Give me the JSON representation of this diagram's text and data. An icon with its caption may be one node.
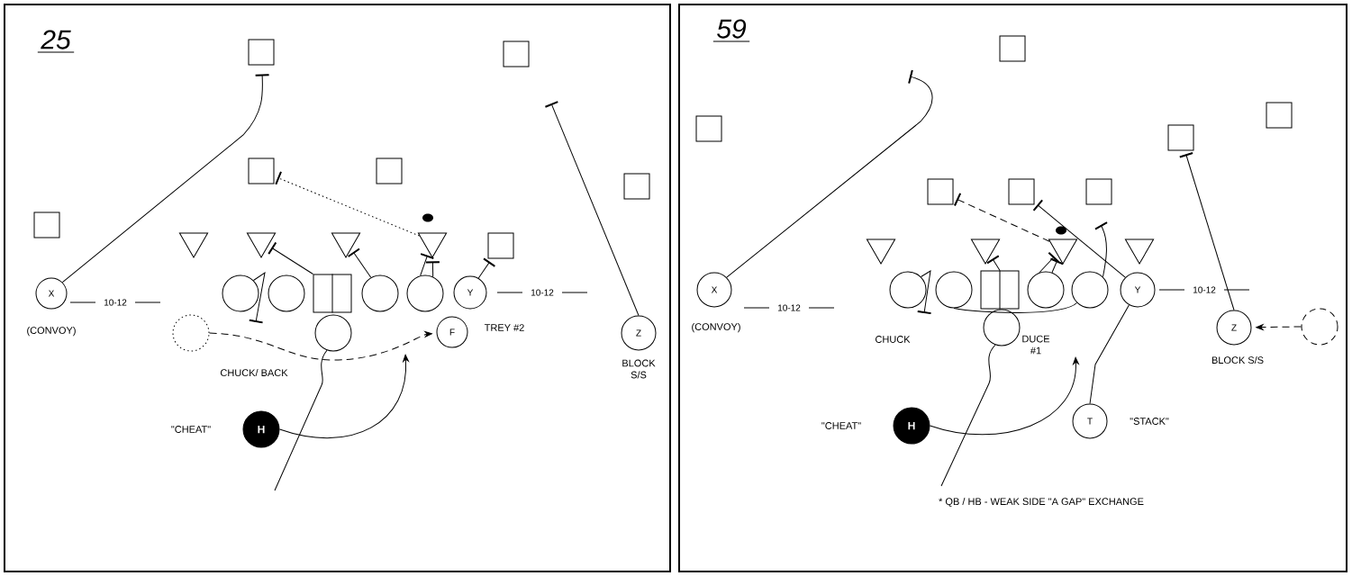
{
  "diagram": {
    "nodes": [
      {
        "text": [
          "25"
        ]
      },
      {
        "text": [],
        "shape": "box",
        "in": 0
      },
      {
        "text": [],
        "shape": "box",
        "in": 0
      },
      {
        "text": [],
        "shape": "box",
        "in": 0
      },
      {
        "text": [],
        "shape": "box",
        "in": 0
      },
      {
        "text": [],
        "shape": "box",
        "in": 0
      },
      {
        "text": [],
        "shape": "box",
        "in": 0
      },
      {
        "text": [],
        "shape": "box",
        "in": 0
      },
      {
        "text": [],
        "shape": "triangle",
        "in": 0
      },
      {
        "text": [],
        "shape": "triangle",
        "in": 0
      },
      {
        "text": [],
        "shape": "triangle",
        "in": 0
      },
      {
        "text": [],
        "shape": "triangle",
        "in": 0
      },
      {
        "text": [
          "X"
        ],
        "beside": [
          "(CONVOY)"
        ],
        "in": 0
      },
      {
        "text": [],
        "shape": "circle",
        "in": 0
      },
      {
        "text": [],
        "shape": "circle",
        "in": 0
      },
      {
        "text": [],
        "shape": "box",
        "in": 0
      },
      {
        "text": [],
        "shape": "circle",
        "in": 0
      },
      {
        "text": [],
        "shape": "circle",
        "in": 0
      },
      {
        "text": [
          "Y"
        ],
        "in": 0
      },
      {
        "text": [],
        "shape": "circle",
        "in": 0
      },
      {
        "text": [],
        "shape": "circle",
        "in": 0
      },
      {
        "text": [
          "F"
        ],
        "beside": [
          "TREY #2"
        ],
        "in": 0
      },
      {
        "text": [
          "Z"
        ],
        "beside": [
          "BLOCK S/S"
        ],
        "in": 0
      },
      {
        "text": [
          "H"
        ],
        "beside": [
          "\"CHEAT\""
        ],
        "in": 0
      },
      {
        "text": [
          "59"
        ]
      },
      {
        "text": [],
        "shape": "box",
        "in": 24
      },
      {
        "text": [],
        "shape": "box",
        "in": 24
      },
      {
        "text": [],
        "shape": "box",
        "in": 24
      },
      {
        "text": [],
        "shape": "box",
        "in": 24
      },
      {
        "text": [],
        "shape": "box",
        "in": 24
      },
      {
        "text": [],
        "shape": "box",
        "in": 24
      },
      {
        "text": [],
        "shape": "box",
        "in": 24
      },
      {
        "text": [],
        "shape": "triangle",
        "in": 24
      },
      {
        "text": [],
        "shape": "triangle",
        "in": 24
      },
      {
        "text": [],
        "shape": "triangle",
        "in": 24
      },
      {
        "text": [],
        "shape": "triangle",
        "in": 24
      },
      {
        "text": [
          "X"
        ],
        "beside": [
          "(CONVOY)"
        ],
        "in": 24
      },
      {
        "text": [],
        "shape": "circle",
        "in": 24
      },
      {
        "text": [],
        "shape": "circle",
        "in": 24
      },
      {
        "text": [],
        "shape": "box",
        "in": 24
      },
      {
        "text": [],
        "shape": "circle",
        "in": 24
      },
      {
        "text": [],
        "shape": "circle",
        "in": 24
      },
      {
        "text": [
          "Y"
        ],
        "in": 24
      },
      {
        "text": [],
        "shape": "circle",
        "in": 24
      },
      {
        "text": [
          "Z"
        ],
        "beside": [
          "BLOCK S/S"
        ],
        "in": 24
      },
      {
        "text": [],
        "shape": "circle",
        "in": 24
      },
      {
        "text": [
          "H"
        ],
        "beside": [
          "\"CHEAT\""
        ],
        "in": 24
      },
      {
        "text": [
          "T"
        ],
        "beside": [
          "\"STACK\""
        ],
        "in": 24
      }
    ],
    "edges": [
      {
        "from": 12,
        "to": 1,
        "arrow": "other"
      },
      {
        "from": 22,
        "to": null,
        "arrow": "other"
      },
      {
        "from": 13,
        "to": null,
        "arrow": "other"
      },
      {
        "from": 15,
        "to": 9,
        "arrow": "other"
      },
      {
        "from": 16,
        "to": 10,
        "arrow": "other"
      },
      {
        "from": 17,
        "to": 11,
        "arrow": "other"
      },
      {
        "from": 17,
        "to": 11,
        "arrow": "other"
      },
      {
        "from": 18,
        "to": 7,
        "arrow": "other"
      },
      {
        "from": 11,
        "to": 3,
        "arrow": "other",
        "style": "dashed"
      },
      {
        "from": 19,
        "to": 21,
        "arrow": "to",
        "style": "dashed"
      },
      {
        "from": 20,
        "to": null,
        "arrow": "none"
      },
      {
        "from": 23,
        "to": null,
        "arrow": "to"
      },
      {
        "from": 36,
        "to": null,
        "arrow": "other"
      },
      {
        "from": 44,
        "to": 28,
        "arrow": "other"
      },
      {
        "from": 34,
        "to": 29,
        "arrow": "other",
        "style": "dashed"
      },
      {
        "from": 42,
        "to": 30,
        "arrow": "other"
      },
      {
        "from": 41,
        "to": null,
        "arrow": "other"
      },
      {
        "from": 37,
        "to": null,
        "arrow": "other"
      },
      {
        "from": 39,
        "to": 33,
        "arrow": "other"
      },
      {
        "from": 38,
        "to": 41,
        "arrow": "none"
      },
      {
        "from": 47,
        "to": 42,
        "arrow": "none"
      },
      {
        "from": 45,
        "to": 44,
        "arrow": "to",
        "style": "dashed"
      },
      {
        "from": 43,
        "to": null,
        "arrow": "none"
      },
      {
        "from": 46,
        "to": null,
        "arrow": "to"
      },
      {
        "from": 40,
        "to": 34,
        "arrow": "other"
      },
      {
        "from": 40,
        "to": 34,
        "arrow": "other"
      }
    ],
    "labels": [
      "10-12",
      "10-12",
      "CHUCK/ BACK",
      "10-12",
      "10-12",
      "CHUCK",
      "DUCE #1",
      "* QB / HB - WEAK SIDE \"A GAP\" EXCHANGE"
    ]
  }
}
